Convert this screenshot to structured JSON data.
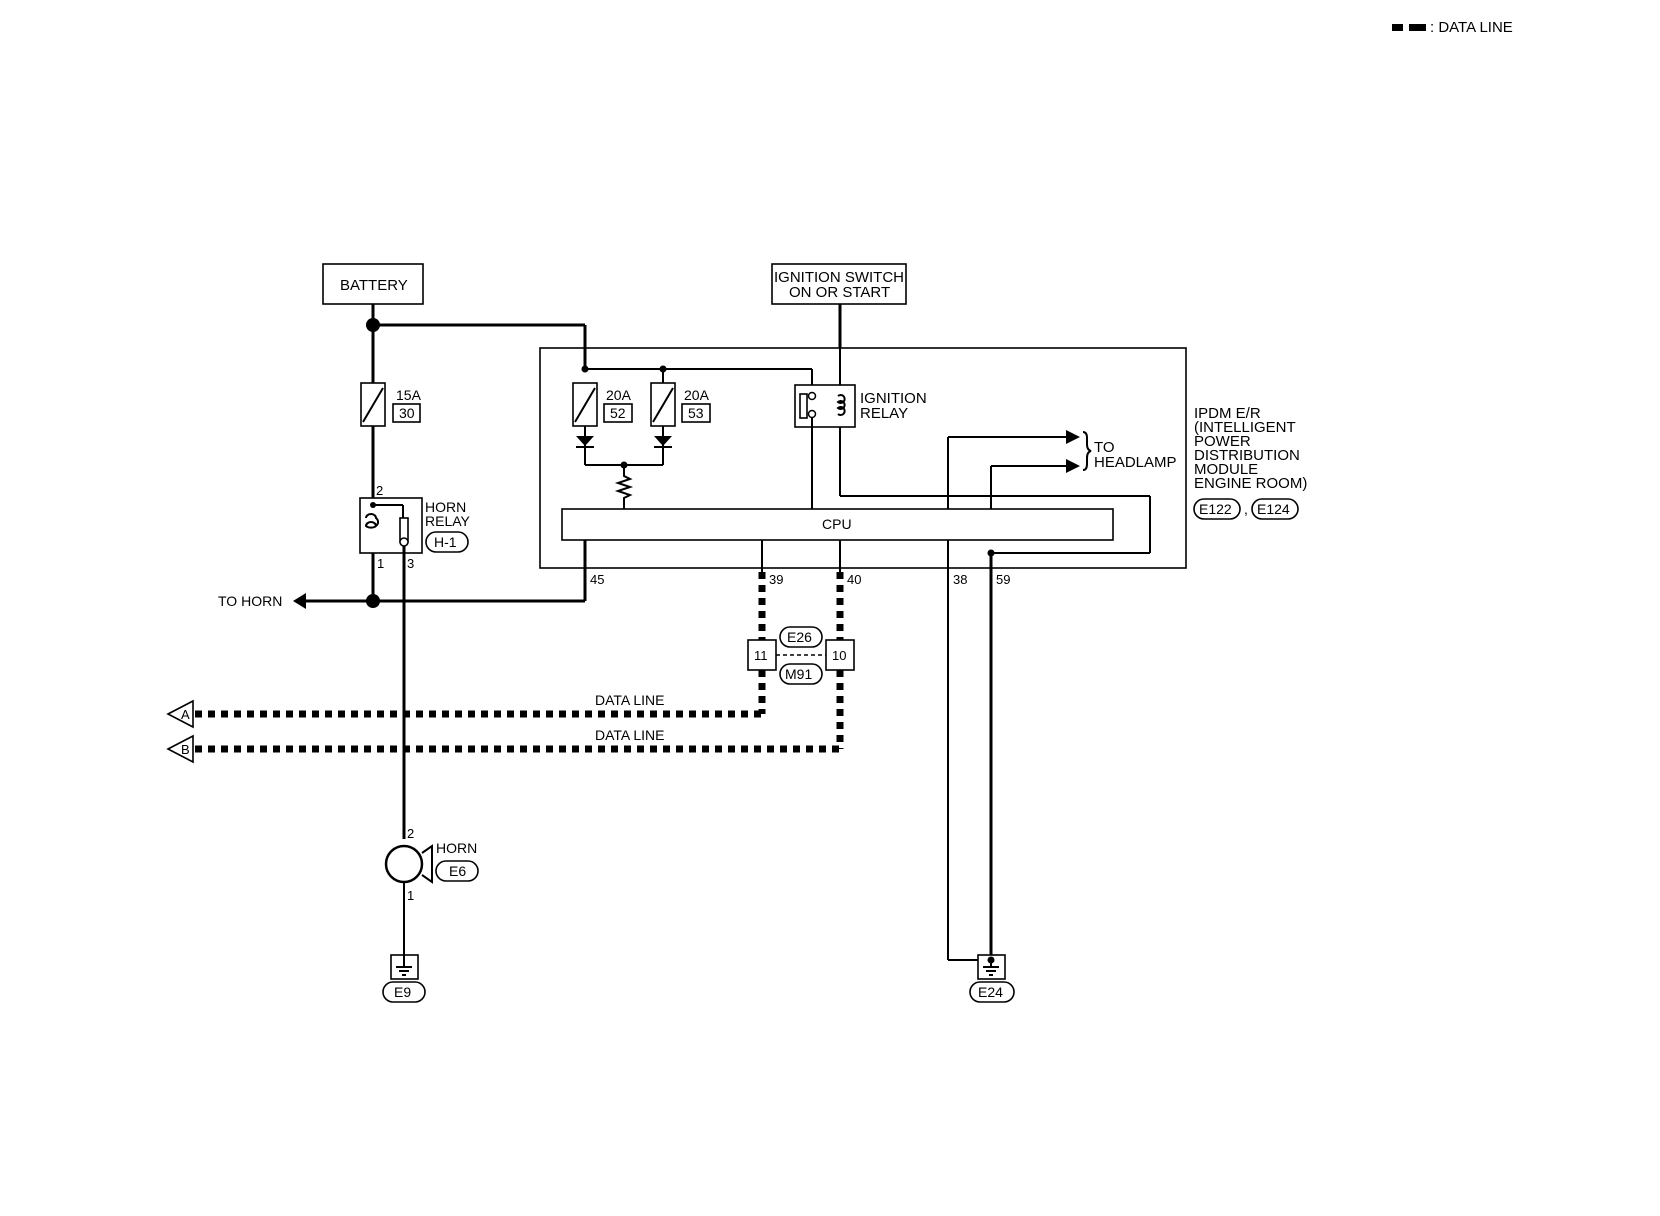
{
  "legend": {
    "label": ": DATA LINE"
  },
  "labels": {
    "battery": "BATTERY",
    "ignition_line1": "IGNITION SWITCH",
    "ignition_line2": "ON OR START",
    "fuse_15a": "15A",
    "fuse_15a_no": "30",
    "fuse_20a_1": "20A",
    "fuse_20a_1_no": "52",
    "fuse_20a_2": "20A",
    "fuse_20a_2_no": "53",
    "ign_relay_1": "IGNITION",
    "ign_relay_2": "RELAY",
    "horn_relay_1": "HORN",
    "horn_relay_2": "RELAY",
    "horn_relay_conn": "H-1",
    "to_headlamp_1": "TO",
    "to_headlamp_2": "HEADLAMP",
    "cpu": "CPU",
    "ipdm_lines": [
      "IPDM E/R",
      "(INTELLIGENT",
      "POWER",
      "DISTRIBUTION",
      "MODULE",
      "ENGINE ROOM)"
    ],
    "ipdm_conn_1": "E122",
    "ipdm_conn_sep": ",",
    "ipdm_conn_2": "E124",
    "to_horn": "TO HORN",
    "data_line_a": "DATA LINE",
    "data_line_b": "DATA LINE",
    "port_a": "A",
    "port_b": "B",
    "conn_e26": "E26",
    "conn_m91": "M91",
    "jpin_11": "11",
    "jpin_10": "10",
    "horn": "HORN",
    "horn_conn": "E6",
    "ground_left": "E9",
    "ground_right": "E24"
  },
  "pins": {
    "relay_2": "2",
    "relay_1": "1",
    "relay_3": "3",
    "p45": "45",
    "p39": "39",
    "p40": "40",
    "p38": "38",
    "p59": "59",
    "horn_2": "2",
    "horn_1": "1"
  },
  "colors": {
    "wire": "#000000",
    "data_line_dash": "#000000",
    "background": "#ffffff"
  }
}
